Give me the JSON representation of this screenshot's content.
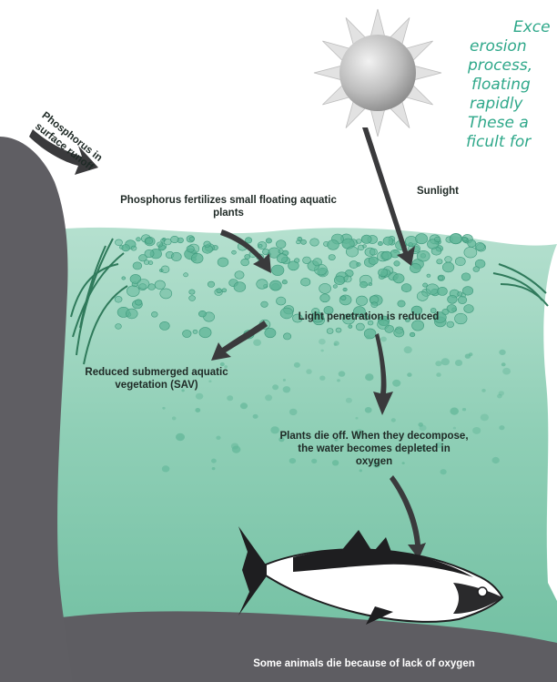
{
  "labels": {
    "runoff": "Phosphorus in surface runoff",
    "fertilizes": "Phosphorus fertilizes small floating aquatic plants",
    "sunlight": "Sunlight",
    "light_reduced": "Light penetration is reduced",
    "sav": "Reduced submerged aquatic vegetation (SAV)",
    "die_off": "Plants die off. When they decompose, the water becomes depleted in oxygen",
    "animals_die": "Some animals die because of lack of oxygen"
  },
  "side_text": {
    "lines": [
      "Exce",
      "erosion",
      "process,",
      "floating",
      "rapidly",
      "These a",
      "ficult for"
    ]
  },
  "colors": {
    "water": "#8dcdb5",
    "bank": "#5f5f62",
    "bubble": "#5fb597",
    "side_text": "#2fa88a",
    "sun": "#c9c9c9"
  }
}
